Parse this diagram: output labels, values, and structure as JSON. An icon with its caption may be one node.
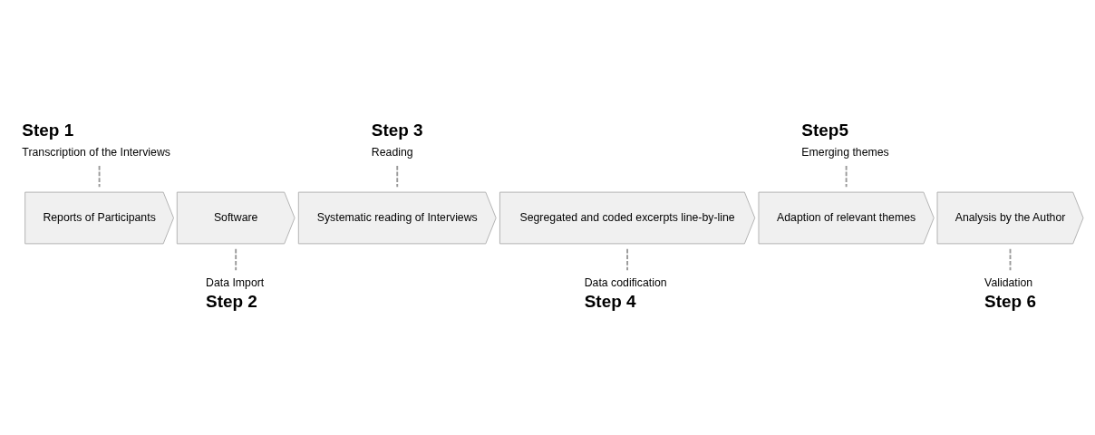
{
  "diagram": {
    "nodes": [
      {
        "text": [
          "Reports of Participants"
        ]
      },
      {
        "text": [
          "Software"
        ]
      },
      {
        "text": [
          "Systematic reading of Interviews"
        ]
      },
      {
        "text": [
          "Segregated and coded excerpts line-by-line"
        ]
      },
      {
        "text": [
          "Adaption of relevant themes"
        ]
      },
      {
        "text": [
          "Analysis by the Author"
        ]
      },
      {
        "text": [
          "Step 1",
          "Transcription of the Interviews"
        ]
      },
      {
        "text": [
          "Data Import",
          "Step 2"
        ]
      },
      {
        "text": [
          "Step 3",
          "Reading"
        ]
      },
      {
        "text": [
          "Data codification",
          "Step 4"
        ]
      },
      {
        "text": [
          "Step5",
          "Emerging themes"
        ]
      },
      {
        "text": [
          "Validation",
          "Step 6"
        ]
      }
    ],
    "edges": [
      {
        "from": 6,
        "to": 0,
        "arrow": "none",
        "style": "dashed"
      },
      {
        "from": 1,
        "to": 7,
        "arrow": "none",
        "style": "dashed"
      },
      {
        "from": 8,
        "to": 2,
        "arrow": "none",
        "style": "dashed"
      },
      {
        "from": 3,
        "to": 9,
        "arrow": "none",
        "style": "dashed"
      },
      {
        "from": 10,
        "to": 4,
        "arrow": "none",
        "style": "dashed"
      },
      {
        "from": 5,
        "to": 11,
        "arrow": "none",
        "style": "dashed"
      }
    ]
  }
}
